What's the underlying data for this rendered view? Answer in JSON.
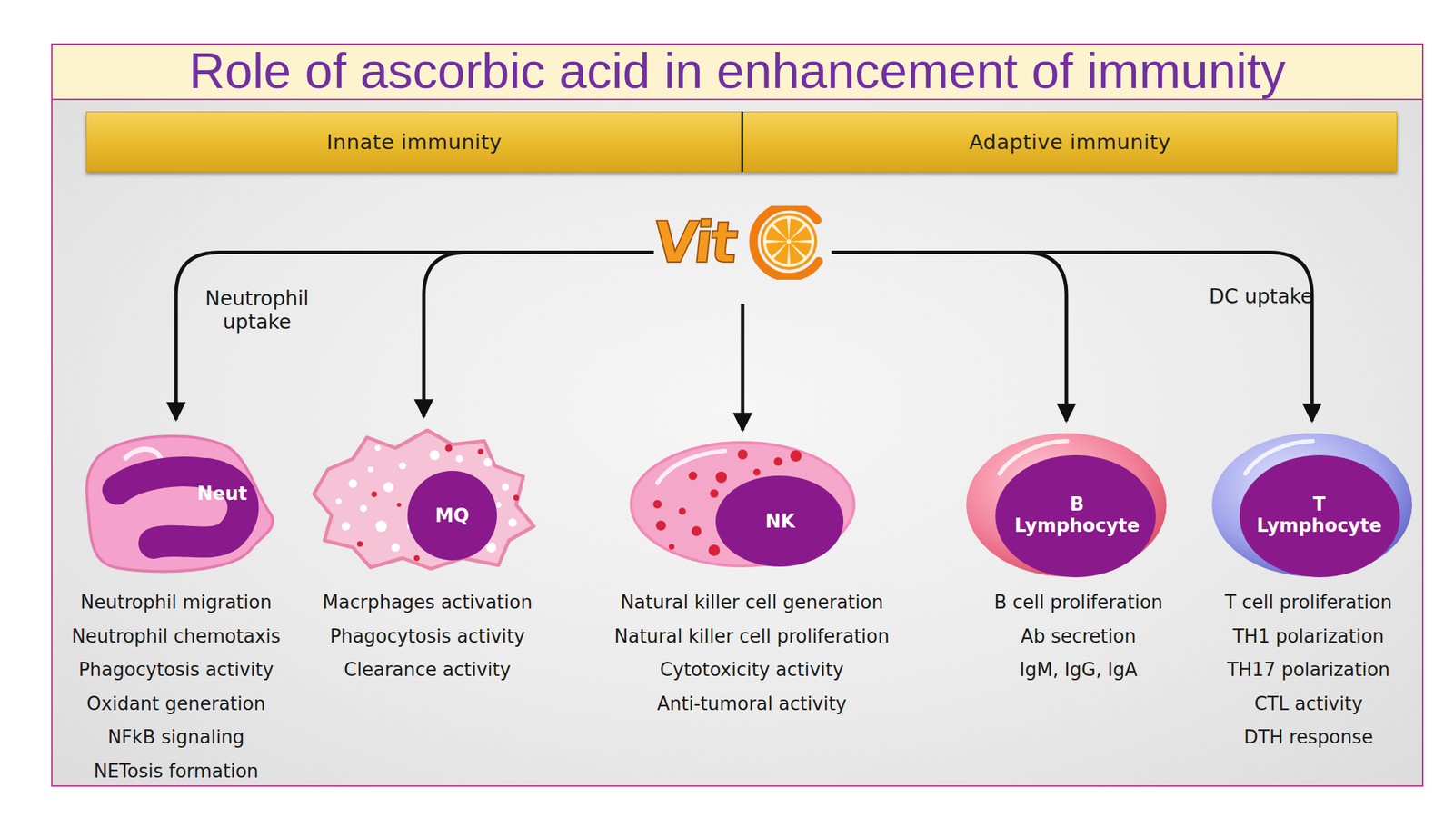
{
  "diagram": {
    "title": "Role of ascorbic acid in enhancement of immunity",
    "nodes": [
      {
        "text": [
          "Innate immunity"
        ]
      },
      {
        "text": [
          "Adaptive immunity"
        ]
      },
      {
        "text": [
          "Vit"
        ]
      },
      {
        "text": [
          "Neut"
        ]
      },
      {
        "text": [
          "MQ"
        ]
      },
      {
        "text": [
          "NK"
        ]
      },
      {
        "text": [
          "B Lymphocyte"
        ]
      },
      {
        "text": [
          "T Lymphocyte"
        ]
      }
    ],
    "edges": [
      {
        "from": 2,
        "to": 3,
        "arrow": "to",
        "label": "Neutrophil uptake"
      },
      {
        "from": 2,
        "to": 4,
        "arrow": "to"
      },
      {
        "from": 2,
        "to": 5,
        "arrow": "to"
      },
      {
        "from": 2,
        "to": 6,
        "arrow": "to"
      },
      {
        "from": 2,
        "to": 7,
        "arrow": "to",
        "label": "DC uptake"
      }
    ],
    "labels": [
      "Neutrophil migration",
      "Neutrophil chemotaxis",
      "Phagocytosis activity",
      "Oxidant generation",
      "NFkB signaling",
      "NETosis formation",
      "Macrphages activation",
      "Phagocytosis activity",
      "Clearance activity",
      "Natural killer cell generation",
      "Natural killer cell proliferation",
      "Cytotoxicity activity",
      "Anti-tumoral activity",
      "B cell proliferation",
      "Ab secretion",
      "IgM, IgG, IgA",
      "T cell proliferation",
      "TH1 polarization",
      "TH17 polarization",
      "CTL activity",
      "DTH response"
    ]
  }
}
